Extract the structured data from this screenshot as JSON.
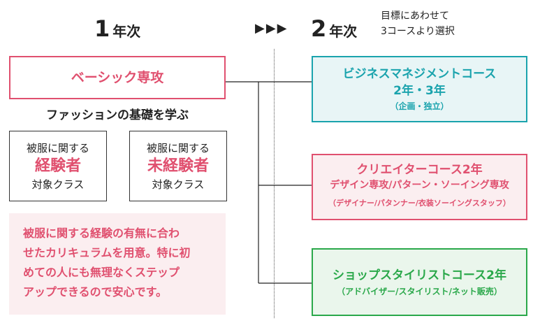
{
  "header": {
    "year1_num": "1",
    "year1_label": "年次",
    "arrows": "▶▶▶",
    "year2_num": "2",
    "year2_label": "年次",
    "note_line1": "目標にあわせて",
    "note_line2": "3コースより選択"
  },
  "basic": {
    "title": "ベーシック専攻",
    "subtitle": "ファッションの基礎を学ぶ"
  },
  "targets": [
    {
      "line1": "被服に関する",
      "line2": "経験者",
      "line3": "対象クラス"
    },
    {
      "line1": "被服に関する",
      "line2": "未経験者",
      "line3": "対象クラス"
    }
  ],
  "description": [
    "被服に関する経験の有無に合わ",
    "せたカリキュラムを用意。特に初",
    "めての人にも無理なくステップ",
    "アップできるので安心です。"
  ],
  "courses": [
    {
      "title": "ビジネスマネジメントコース",
      "sub": "2年・3年",
      "note": "（企画・独立）",
      "color": "#1aa3ad"
    },
    {
      "title": "クリエイターコース2年",
      "sub": "デザイン専攻/パターン・ソーイング専攻",
      "note": "（デザイナー/パタンナー/衣装ソーイングスタッフ）",
      "color": "#e0506f"
    },
    {
      "title": "ショップスタイリストコース2年",
      "sub": "",
      "note": "（アドバイザー/スタイリスト/ネット販売）",
      "color": "#2aa84a"
    }
  ]
}
